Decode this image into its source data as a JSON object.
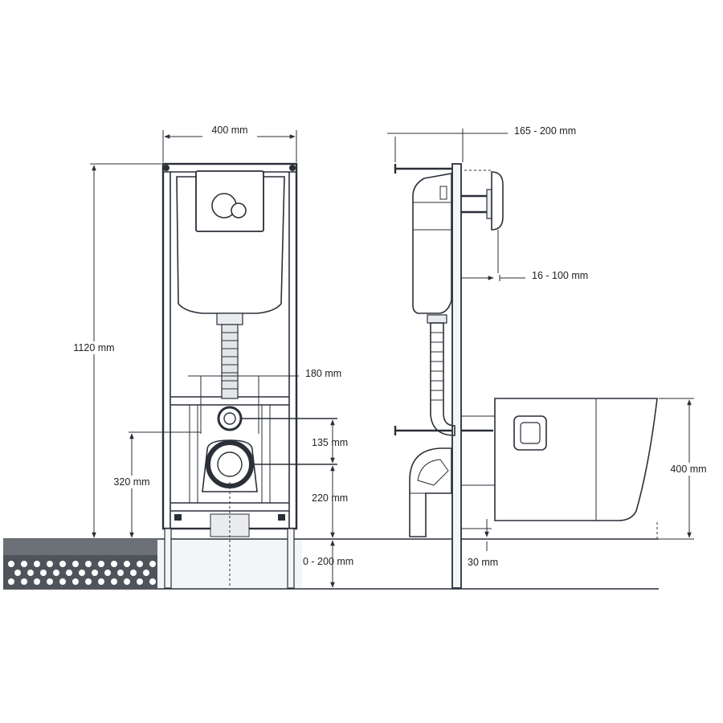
{
  "front_view": {
    "width_label": "400 mm",
    "height_label": "1120 mm",
    "pipe_spacing_label": "180 mm",
    "upper_outlet_label": "135 mm",
    "lower_outlet_label": "220 mm",
    "outlet_height_label": "320 mm",
    "leg_extension_label": "0 - 200 mm"
  },
  "side_view": {
    "depth_label": "165 - 200 mm",
    "wall_offset_label": "16 - 100 mm",
    "floor_gap_label": "30 mm",
    "bowl_height_label": "400 mm"
  },
  "colors": {
    "line": "#2a2f38",
    "floor": "#5b5f66",
    "fill_light": "#f4f5f7",
    "panel": "#e9ebee"
  }
}
